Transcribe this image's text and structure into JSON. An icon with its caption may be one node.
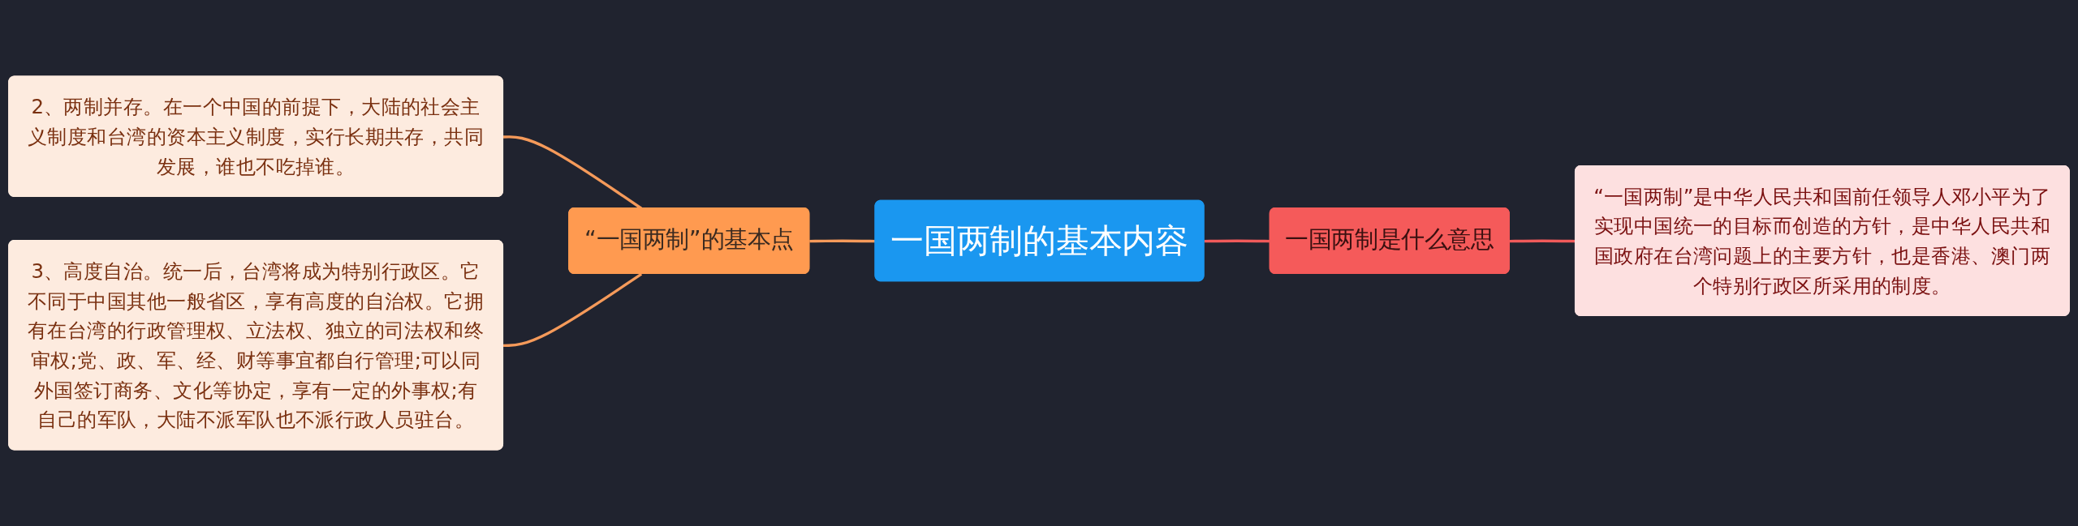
{
  "diagram": {
    "nodes": [
      {
        "text": [
          "一国两制的基本内容"
        ]
      },
      {
        "text": [
          "“一国两制”的基本点"
        ]
      },
      {
        "text": [
          "2、两制并存。在一个中国的前提下，大陆的社会主义制度和台湾的资本主义制度，实行长期共存，共同发展，谁也不吃掉谁。"
        ]
      },
      {
        "text": [
          "3、高度自治。统一后，台湾将成为特别行政区。它不同于中国其他一般省区，享有高度的自治权。它拥有在台湾的行政管理权、立法权、独立的司法权和终审权;党、政、军、经、财等事宜都自行管理;可以同外国签订商务、文化等协定，享有一定的外事权;有自己的军队，大陆不派军队也不派行政人员驻台。"
        ]
      },
      {
        "text": [
          "一国两制是什么意思"
        ]
      },
      {
        "text": [
          "“一国两制”是中华人民共和国前任领导人邓小平为了实现中国统一的目标而创造的方针，是中华人民共和国政府在台湾问题上的主要方针，也是香港、澳门两个特别行政区所采用的制度。"
        ]
      }
    ],
    "edges": [
      {
        "from": 0,
        "to": 1,
        "arrow": "none"
      },
      {
        "from": 1,
        "to": 2,
        "arrow": "none"
      },
      {
        "from": 1,
        "to": 3,
        "arrow": "none"
      },
      {
        "from": 0,
        "to": 4,
        "arrow": "none",
        "color": "#f05a5a"
      },
      {
        "from": 4,
        "to": 5,
        "arrow": "none",
        "color": "#f05a5a"
      }
    ]
  }
}
